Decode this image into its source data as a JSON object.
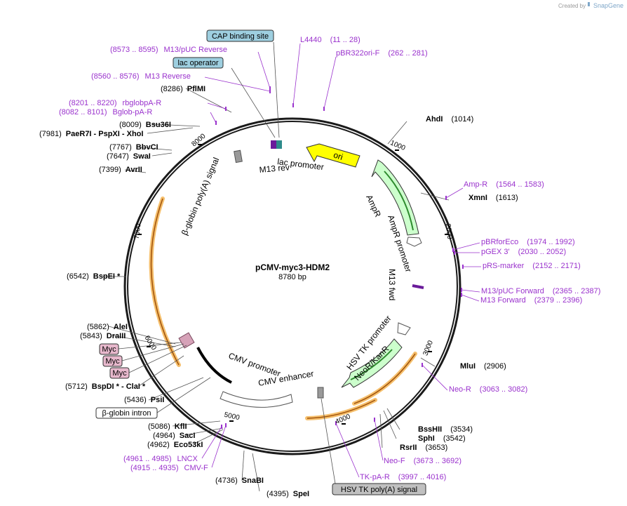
{
  "brand": {
    "prefix": "Created by",
    "name": "SnapGene"
  },
  "plasmid": {
    "name": "pCMV-myc3-HDM2",
    "length": "8780 bp"
  },
  "colors": {
    "backbone": "#1a1a1a",
    "orange": "#f2a93b",
    "green_fill": "#ccffcc",
    "green_line": "#2e8b2e",
    "yellow": "#ffff00",
    "purple": "#9a32cd",
    "blue_box": "#9ecfe0",
    "pink_box": "#e7b8cc"
  },
  "ticks": [
    {
      "label": "1000"
    },
    {
      "label": "2000"
    },
    {
      "label": "3000"
    },
    {
      "label": "4000"
    },
    {
      "label": "5000"
    },
    {
      "label": "6000"
    },
    {
      "label": "7000"
    },
    {
      "label": "8000"
    }
  ],
  "enzymes": [
    {
      "name": "AhdI",
      "pos": "(1014)",
      "side": "right"
    },
    {
      "name": "XmnI",
      "pos": "(1613)",
      "side": "right"
    },
    {
      "name": "MluI",
      "pos": "(2906)",
      "side": "right"
    },
    {
      "name": "BssHII",
      "pos": "(3534)",
      "side": "right"
    },
    {
      "name": "SphI",
      "pos": "(3542)",
      "side": "right"
    },
    {
      "name": "RsrII",
      "pos": "(3653)",
      "side": "right"
    },
    {
      "name": "SpeI",
      "pos": "(4395)",
      "side": "left"
    },
    {
      "name": "SnaBI",
      "pos": "(4736)",
      "side": "left"
    },
    {
      "name": "Eco53kI",
      "pos": "(4962)",
      "side": "left"
    },
    {
      "name": "SacI",
      "pos": "(4964)",
      "side": "left"
    },
    {
      "name": "KflI",
      "pos": "(5086)",
      "side": "left"
    },
    {
      "name": "PsiI",
      "pos": "(5436)",
      "side": "left"
    },
    {
      "name": "BspDI * - ClaI *",
      "pos": "(5712)",
      "side": "left"
    },
    {
      "name": "DraIII",
      "pos": "(5843)",
      "side": "left"
    },
    {
      "name": "AleI",
      "pos": "(5862)",
      "side": "left"
    },
    {
      "name": "BspEI *",
      "pos": "(6542)",
      "side": "left"
    },
    {
      "name": "AvrII",
      "pos": "(7399)",
      "side": "left"
    },
    {
      "name": "SwaI",
      "pos": "(7647)",
      "side": "left"
    },
    {
      "name": "BbvCI",
      "pos": "(7767)",
      "side": "left"
    },
    {
      "name": "PaeR7I - PspXI - XhoI",
      "pos": "(7981)",
      "side": "left"
    },
    {
      "name": "Bsu36I",
      "pos": "(8009)",
      "side": "left"
    },
    {
      "name": "PflMI",
      "pos": "(8286)",
      "side": "left"
    }
  ],
  "primers": [
    {
      "name": "L4440",
      "range": "(11 .. 28)"
    },
    {
      "name": "pBR322ori-F",
      "range": "(262 .. 281)"
    },
    {
      "name": "Amp-R",
      "range": "(1564 .. 1583)"
    },
    {
      "name": "pBRforEco",
      "range": "(1974 .. 1992)"
    },
    {
      "name": "pGEX 3'",
      "range": "(2030 .. 2052)"
    },
    {
      "name": "pRS-marker",
      "range": "(2152 .. 2171)"
    },
    {
      "name": "M13/pUC Forward",
      "range": "(2365 .. 2387)"
    },
    {
      "name": "M13 Forward",
      "range": "(2379 .. 2396)"
    },
    {
      "name": "Neo-R",
      "range": "(3063 .. 3082)"
    },
    {
      "name": "Neo-F",
      "range": "(3673 .. 3692)"
    },
    {
      "name": "TK-pA-R",
      "range": "(3997 .. 4016)"
    },
    {
      "name": "CMV-F",
      "range": "(4915 .. 4935)"
    },
    {
      "name": "LNCX",
      "range": "(4961 .. 4985)"
    },
    {
      "name": "Bglob-pA-R",
      "range": "(8082 .. 8101)"
    },
    {
      "name": "rbglobpA-R",
      "range": "(8201 .. 8220)"
    },
    {
      "name": "M13 Reverse",
      "range": "(8560 .. 8576)"
    },
    {
      "name": "M13/pUC Reverse",
      "range": "(8573 .. 8595)"
    }
  ],
  "boxed_features": [
    {
      "name": "CAP binding site",
      "style": "blue"
    },
    {
      "name": "lac operator",
      "style": "blue"
    },
    {
      "name": "Myc",
      "style": "pink"
    },
    {
      "name": "Myc",
      "style": "pink"
    },
    {
      "name": "Myc",
      "style": "pink"
    },
    {
      "name": "β-globin intron",
      "style": "white"
    },
    {
      "name": "HSV TK poly(A) signal",
      "style": "gray"
    }
  ],
  "features": {
    "ori": "ori",
    "ampr": "AmpR",
    "ampr_promoter": "AmpR promoter",
    "m13_fwd": "M13 fwd",
    "hsv_tk_promoter": "HSV TK promoter",
    "neo": "NeoR/KanR",
    "cmv_enhancer": "CMV enhancer",
    "cmv_promoter": "CMV promoter",
    "beta_globin_polyA": "β-globin poly(A) signal",
    "lac_promoter": "lac promoter",
    "m13_rev": "M13 rev"
  }
}
